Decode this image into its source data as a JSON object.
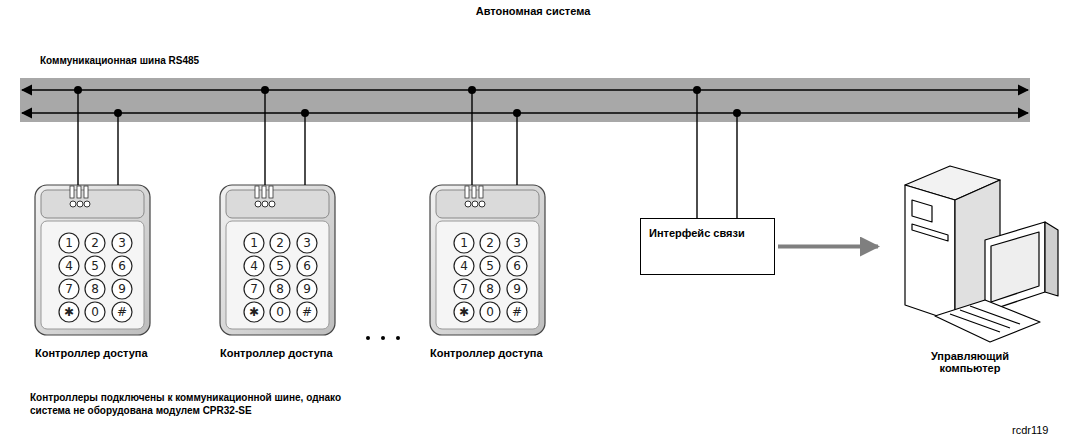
{
  "diagram": {
    "title": "Автономная система",
    "nodes": [
      {
        "text": [
          "Коммуникационная шина RS485"
        ]
      },
      {
        "text": [
          "Контроллер доступа"
        ]
      },
      {
        "text": [
          "Контроллер доступа"
        ]
      },
      {
        "text": [
          "Контроллер доступа"
        ]
      },
      {
        "text": [
          "Интерфейс связи"
        ]
      },
      {
        "text": [
          "Управляющий компьютер"
        ]
      }
    ],
    "edges": [
      {
        "from": 1,
        "to": 0,
        "arrow": "none"
      },
      {
        "from": 1,
        "to": 0,
        "arrow": "none"
      },
      {
        "from": 2,
        "to": 0,
        "arrow": "none"
      },
      {
        "from": 2,
        "to": 0,
        "arrow": "none"
      },
      {
        "from": 3,
        "to": 0,
        "arrow": "none"
      },
      {
        "from": 3,
        "to": 0,
        "arrow": "none"
      },
      {
        "from": 4,
        "to": 0,
        "arrow": "none"
      },
      {
        "from": 4,
        "to": 0,
        "arrow": "none"
      },
      {
        "from": 4,
        "to": 5,
        "arrow": "to"
      }
    ],
    "labels": [
      "1",
      "2",
      "3",
      "4",
      "5",
      "6",
      "7",
      "8",
      "9",
      "✱",
      "0",
      "#",
      "1",
      "2",
      "3",
      "4",
      "5",
      "6",
      "7",
      "8",
      "9",
      "✱",
      "0",
      "#",
      "1",
      "2",
      "3",
      "4",
      "5",
      "6",
      "7",
      "8",
      "9",
      "✱",
      "0",
      "#",
      "Контроллеры подключены к коммуникационной шине, однако система не оборудована модулем CPR32-SE",
      "rcdr119"
    ]
  }
}
